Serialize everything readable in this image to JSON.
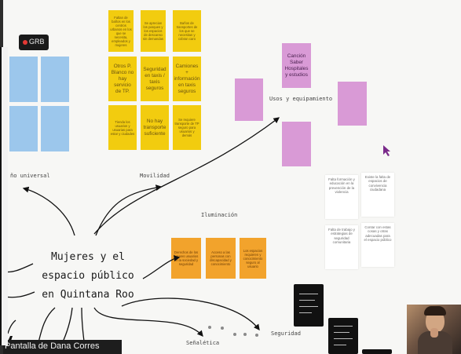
{
  "recording": {
    "label": "GRB"
  },
  "screen_share": {
    "label": "Pantalla de Dana Corres"
  },
  "board": {
    "center_title": [
      "Mujeres y el",
      "espacio público",
      "en Quintana Roo"
    ],
    "labels": {
      "disenio_universal": "ño universal",
      "movilidad": "Movilidad",
      "usos": "Usos y equipamiento",
      "iluminacion": "Iluminación",
      "senaletica": "Señalética",
      "seguridad": "Seguridad"
    },
    "yellow_notes": [
      "Faltan de baños en los centros urbanos en los que se necesita, empleados y mujeres",
      "Se aprecian los parques y los espacios de descanso sin demandas",
      "Baños de transportes de los que se necesitan y cobran caro",
      "Otros P. Blanco no hay servicio de TP.",
      "Seguridad en taxis / taxis seguros",
      "Camiones + información en taxis seguros",
      "Tienda los usuarios y usuarias para estar y ciudades",
      "No hay transporte suficiente",
      "Se requiere transporte de TP seguro para usuarios y demás"
    ],
    "pink_notes": [
      "Canción Saber Hospitales y estudios"
    ],
    "orange_notes": [
      "Derechos de los lugares usuarios en la sociedad y seguridad",
      "Acceso a las personas con discapacidad y conocimiento",
      "Los espacios requieren y conocimiento seguro al usuario"
    ],
    "white_notes": [
      "Falta formación y educación en la prevención de la violencia",
      "Existe la falta de espacios de convivencia ciudadana",
      "Falta de trabajo y estrategias de seguridad comunitaria",
      "Contar con estas cosas y otras adecuadas para el espacio público"
    ]
  },
  "colors": {
    "yellow": "#f2cc0f",
    "orange": "#f2a32c",
    "pink": "#d99ad6",
    "blue": "#9cc7ec",
    "recording_red": "#e53935"
  },
  "icons": [
    "record-dot-icon",
    "microphone-icon",
    "cursor-arrow-icon"
  ]
}
